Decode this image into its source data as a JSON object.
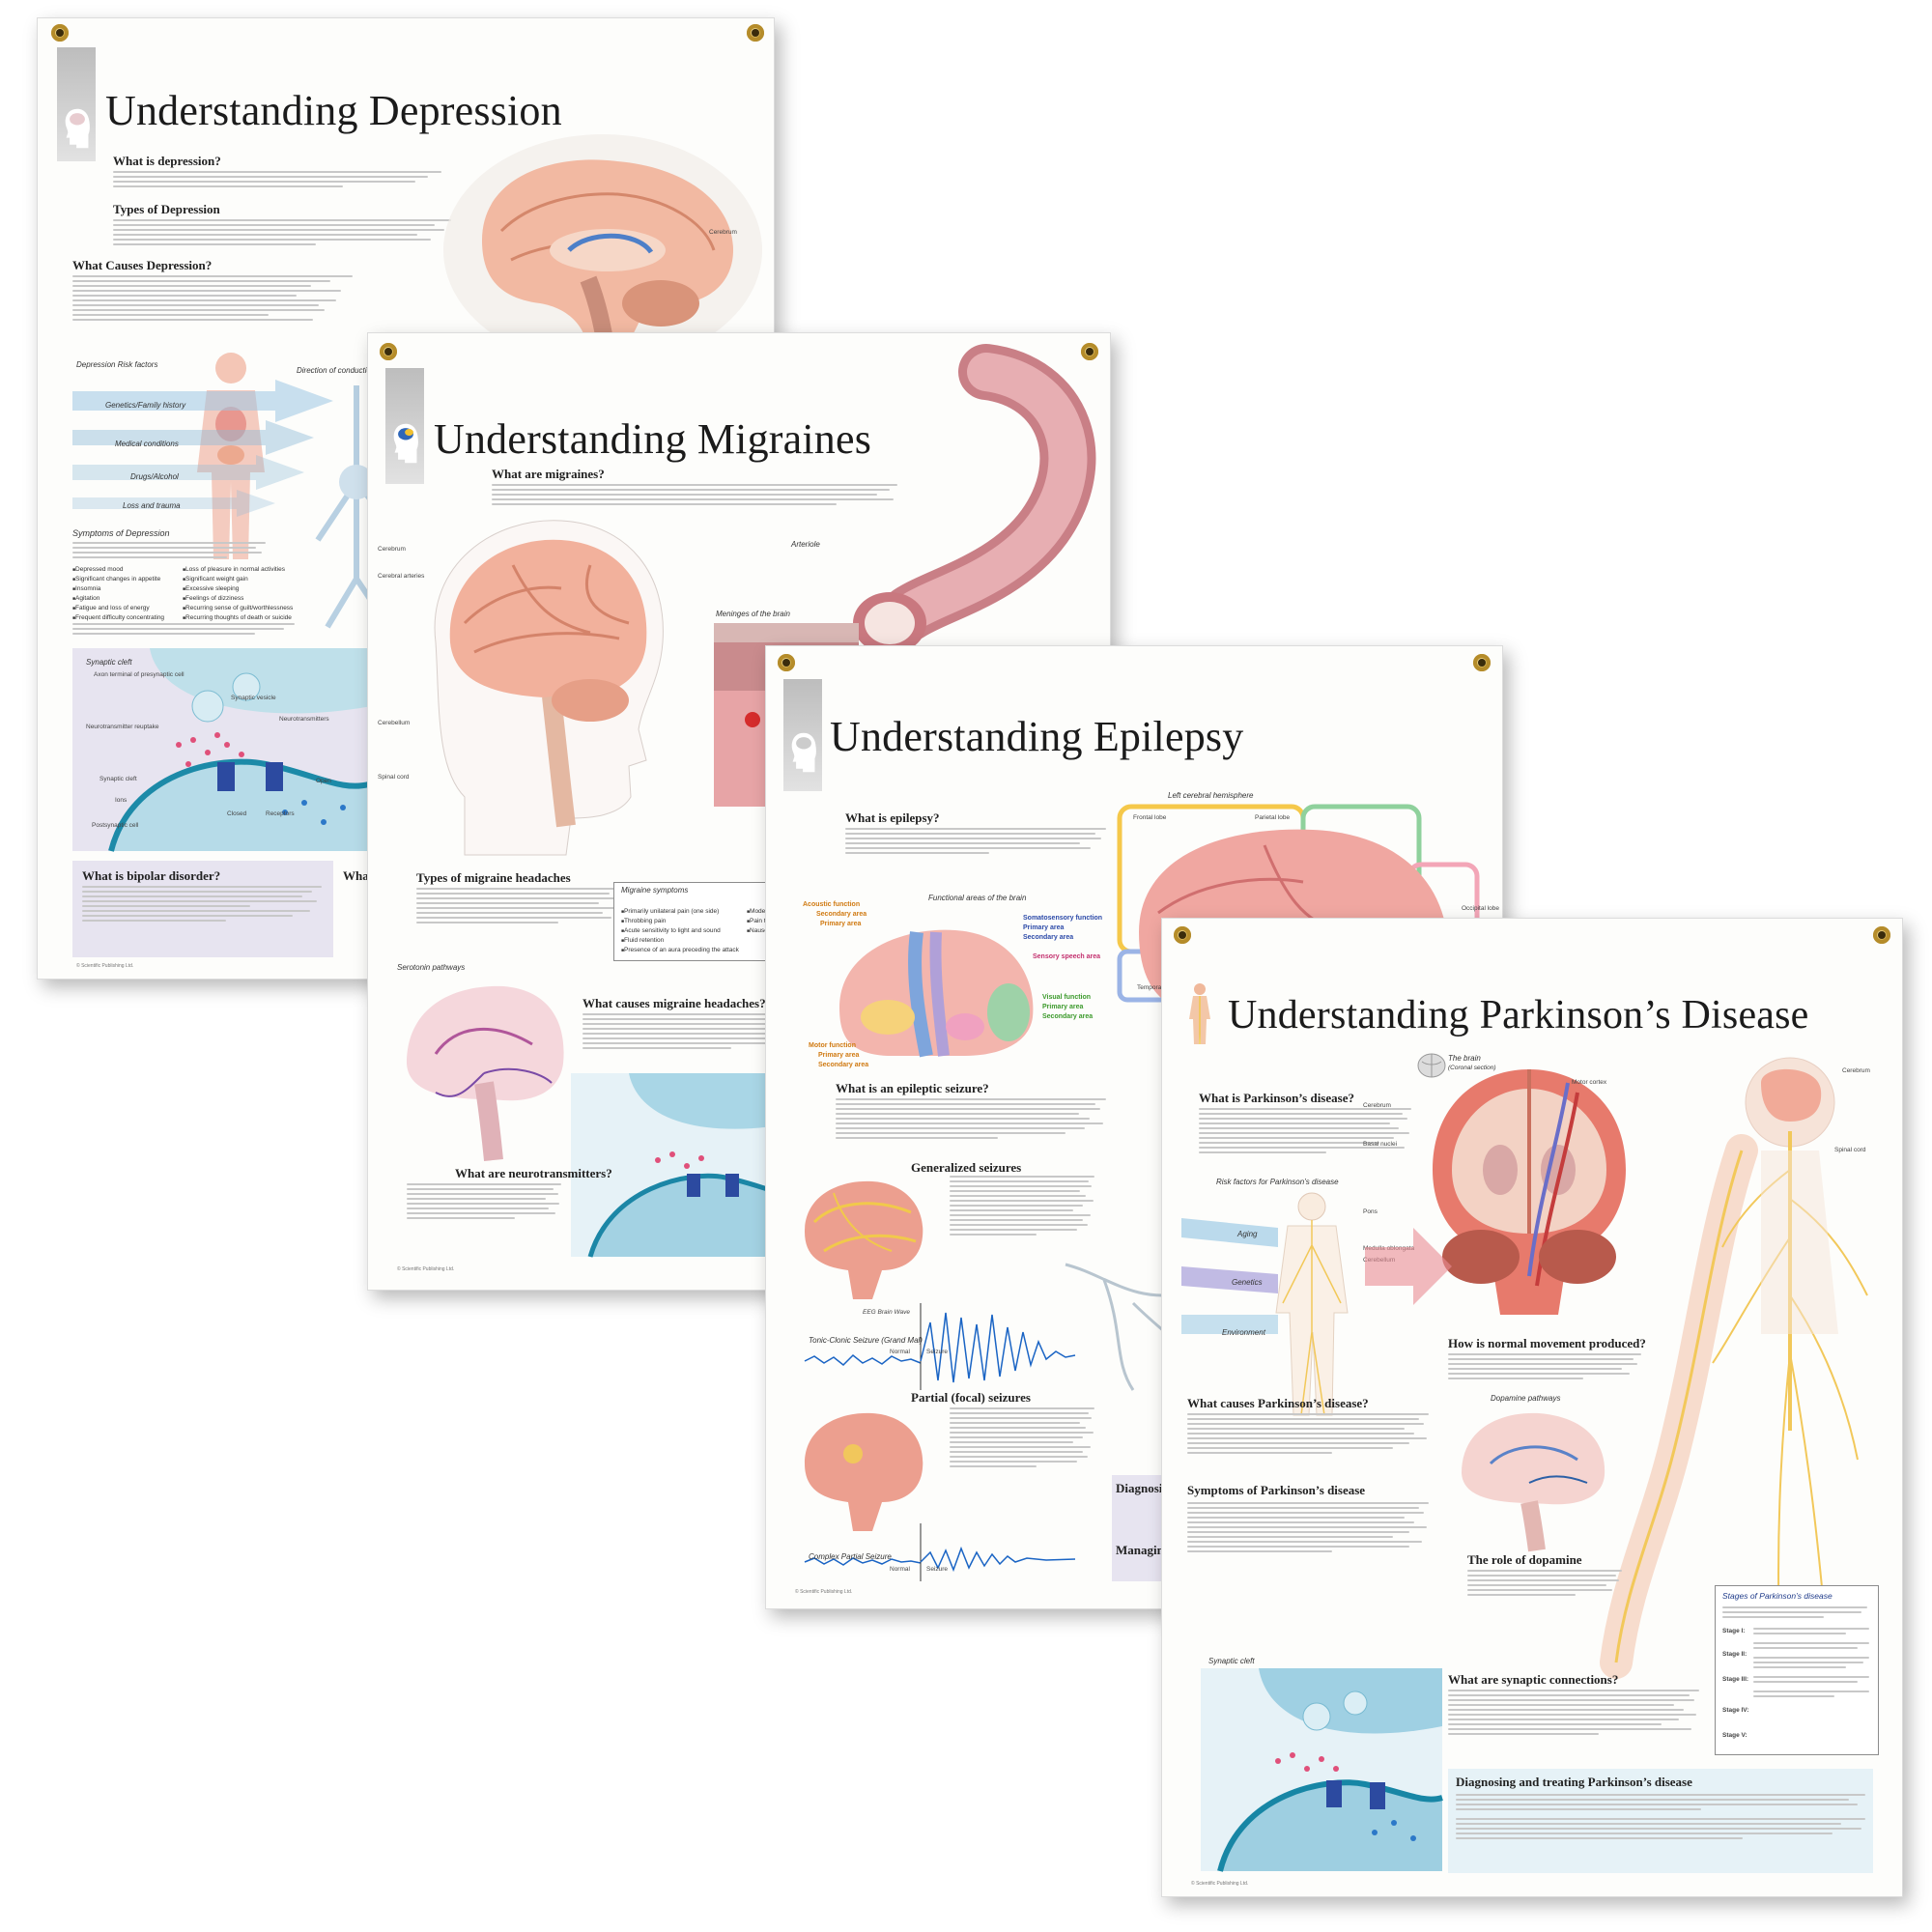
{
  "posters": [
    {
      "title": "Understanding Depression",
      "sections": [
        "What is depression?",
        "Types of Depression",
        "What Causes Depression?",
        "What is bipolar disorder?",
        "What cause"
      ],
      "captions": [
        "Depression Risk factors",
        "Symptoms of Depression",
        "Synaptic cleft",
        "Direction of conduction"
      ],
      "risk_factors": [
        "Genetics/Family history",
        "Medical conditions",
        "Drugs/Alcohol",
        "Loss and trauma"
      ],
      "symptoms": [
        "Depressed mood",
        "Significant changes in appetite",
        "Insomnia",
        "Agitation",
        "Fatigue and loss of energy",
        "Frequent difficulty concentrating",
        "Loss of pleasure in normal activities",
        "Significant weight gain",
        "Excessive sleeping",
        "Feelings of dizziness",
        "Recurring sense of guilt/worthlessness",
        "Recurring thoughts of death or suicide"
      ],
      "synapse_labels": [
        "Axon terminal of presynaptic cell",
        "Synaptic vesicle",
        "Neurotransmitter reuptake",
        "Neurotransmitters",
        "Synaptic cleft",
        "Ions",
        "Open",
        "Closed",
        "Receptors",
        "Postsynaptic cell"
      ]
    },
    {
      "title": "Understanding Migraines",
      "sections": [
        "What are migraines?",
        "Types of migraine headaches",
        "What causes migraine headaches?",
        "What are neurotransmitters?"
      ],
      "captions": [
        "Arteriole",
        "Meninges of the brain",
        "Migraine symptoms",
        "Serotonin pathways"
      ],
      "symptoms": [
        "Primarily unilateral pain (one side)",
        "Throbbing pain",
        "Acute sensitivity to light and sound",
        "Fluid retention",
        "Presence of an aura preceding the attack",
        "Moderate",
        "Pain that",
        "Nausea"
      ]
    },
    {
      "title": "Understanding Epilepsy",
      "sections": [
        "What is epilepsy?",
        "What is an epileptic seizure?",
        "Generalized seizures",
        "Partial (focal) seizures",
        "Diagnosi",
        "Managin"
      ],
      "captions": [
        "Left cerebral hemisphere",
        "Functional areas of the brain",
        "Tonic-Clonic Seizure (Grand Mal)",
        "Complex Partial Seizure",
        "EEG Brain Wave"
      ],
      "lobes": [
        "Frontal lobe",
        "Parietal lobe",
        "Occipital lobe",
        "Temporal"
      ],
      "functions": [
        "Acoustic function",
        "Secondary area",
        "Primary area",
        "Somatosensory function",
        "Primary area",
        "Secondary area",
        "Sensory speech area",
        "Visual function",
        "Primary area",
        "Secondary area",
        "Motor function",
        "Primary area",
        "Secondary area"
      ],
      "eeg_labels": [
        "Normal",
        "Seizure"
      ]
    },
    {
      "title": "Understanding Parkinson’s Disease",
      "sections": [
        "What is Parkinson’s disease?",
        "What causes Parkinson’s disease?",
        "Symptoms of Parkinson’s disease",
        "How is normal movement produced?",
        "The role of dopamine",
        "What are synaptic connections?",
        "Diagnosing and treating Parkinson’s disease"
      ],
      "captions": [
        "The brain",
        "(Coronal section)",
        "Risk factors for Parkinson’s disease",
        "Dopamine pathways",
        "Synaptic cleft",
        "Stages of Parkinson’s disease"
      ],
      "risk_factors": [
        "Aging",
        "Genetics",
        "Environment"
      ],
      "stages": [
        "Stage I:",
        "Stage II:",
        "Stage III:",
        "Stage IV:",
        "Stage V:"
      ]
    }
  ]
}
